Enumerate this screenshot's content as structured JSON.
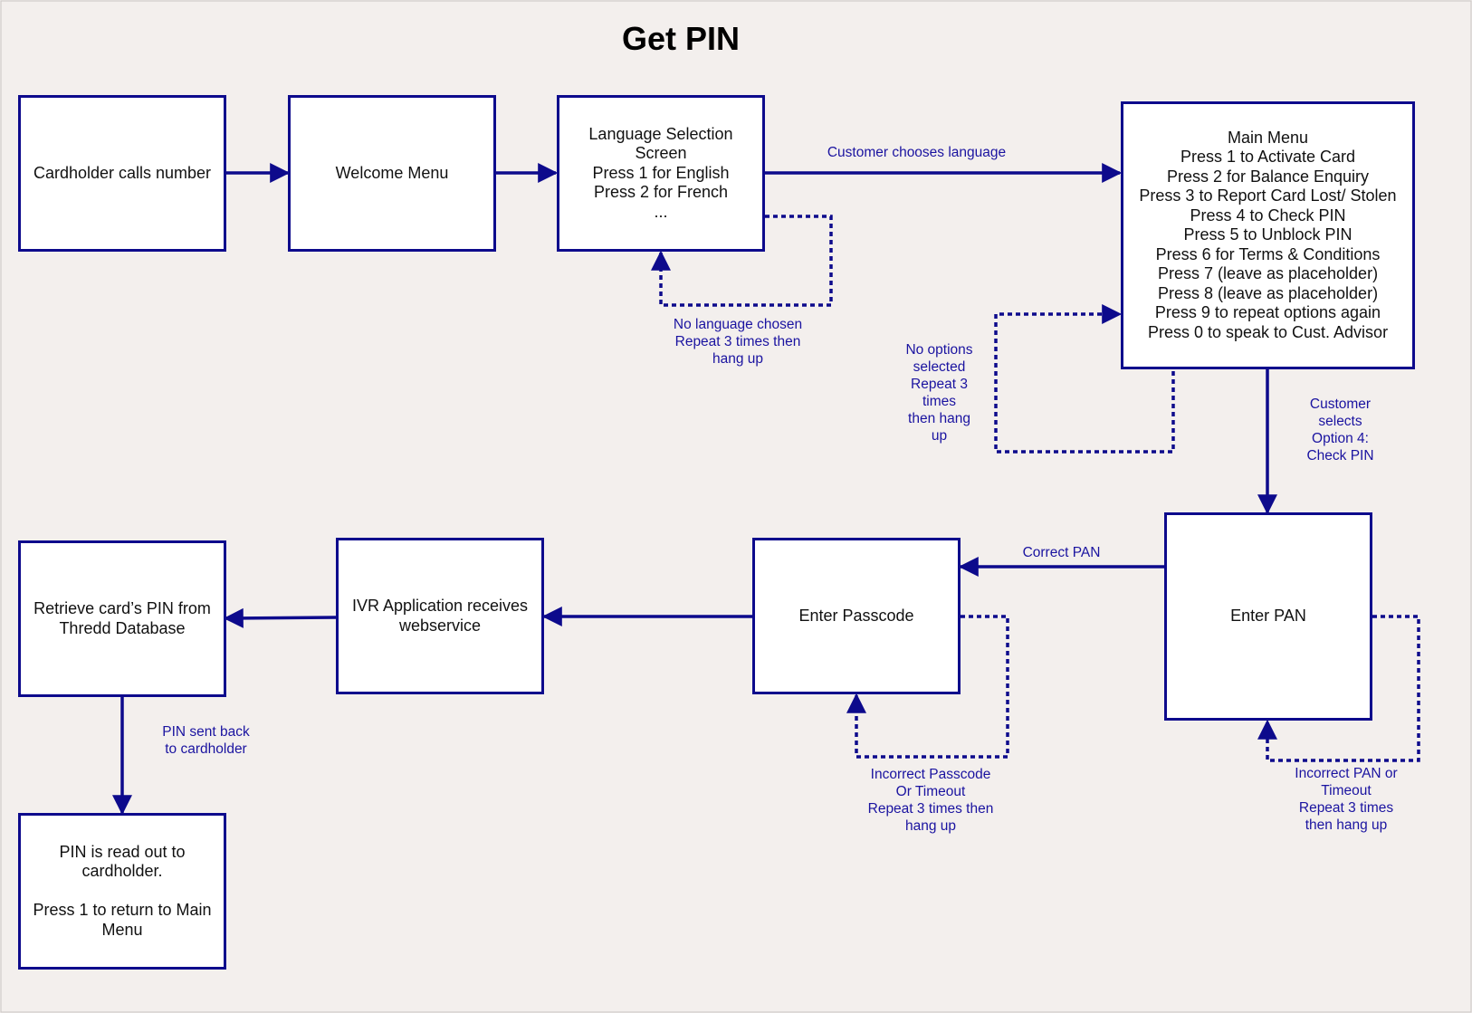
{
  "title": "Get PIN",
  "colors": {
    "line": "#0d0a8c",
    "label": "#1a13a0",
    "background": "#f3efed",
    "box_fill": "#ffffff"
  },
  "nodes": {
    "cardholder_calls": "Cardholder calls number",
    "welcome_menu": "Welcome Menu",
    "language_selection": "Language Selection\nScreen\nPress 1 for English\nPress 2 for French\n...",
    "main_menu": "Main Menu\nPress 1 to Activate Card\nPress 2 for Balance Enquiry\nPress 3 to Report Card Lost/ Stolen\nPress 4 to Check PIN\nPress 5 to Unblock PIN\nPress 6 for Terms & Conditions\nPress 7 (leave as placeholder)\nPress 8 (leave as placeholder)\nPress 9 to repeat options again\nPress 0 to speak to Cust. Advisor",
    "enter_pan": "Enter PAN",
    "enter_passcode": "Enter Passcode",
    "ivr_application": "IVR Application receives\nwebservice",
    "retrieve_pin": "Retrieve card’s PIN from\nThredd Database",
    "pin_read_out": "PIN is read out to\ncardholder.\n\nPress 1 to return to Main\nMenu"
  },
  "edge_labels": {
    "customer_chooses_language": "Customer chooses language",
    "no_language_chosen": "No language chosen\nRepeat 3 times then\nhang up",
    "no_options_selected": "No options\nselected\nRepeat 3\ntimes\nthen hang\nup",
    "customer_selects_option4": "Customer\nselects\nOption 4:\nCheck PIN",
    "correct_pan": "Correct PAN",
    "incorrect_passcode": "Incorrect Passcode\nOr Timeout\nRepeat 3 times then\nhang up",
    "incorrect_pan": "Incorrect PAN or\nTimeout\nRepeat 3 times\nthen hang up",
    "pin_sent_back": "PIN sent back\nto cardholder"
  }
}
